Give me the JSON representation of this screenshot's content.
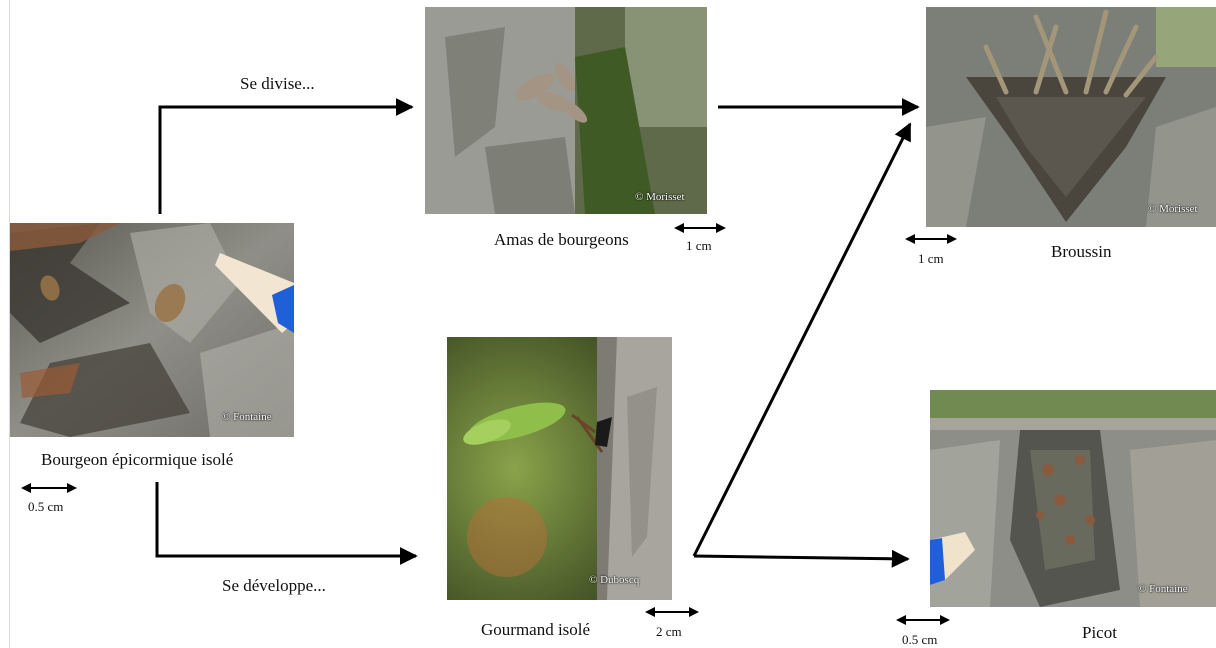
{
  "actions": {
    "divide": "Se divise...",
    "develop": "Se développe..."
  },
  "stages": {
    "isolated_bud": {
      "caption": "Bourgeon épicormique isolé",
      "credit": "© Fontaine",
      "scale": "0.5 cm"
    },
    "bud_cluster": {
      "caption": "Amas de bourgeons",
      "credit": "© Morisset",
      "scale": "1 cm"
    },
    "burl": {
      "caption": "Broussin",
      "credit": "© Morisset",
      "scale": "1 cm"
    },
    "sprout": {
      "caption": "Gourmand isolé",
      "credit": "© Duboscq",
      "scale": "2 cm"
    },
    "spike": {
      "caption": "Picot",
      "credit": "© Fontaine",
      "scale": "0.5 cm"
    }
  },
  "colors": {
    "arrow": "#000000",
    "bark_gray": "#8a8c86",
    "bark_dark": "#3c3a35",
    "foliage_green": "#6f8a3a",
    "pencil_blue": "#1f5fd8"
  }
}
